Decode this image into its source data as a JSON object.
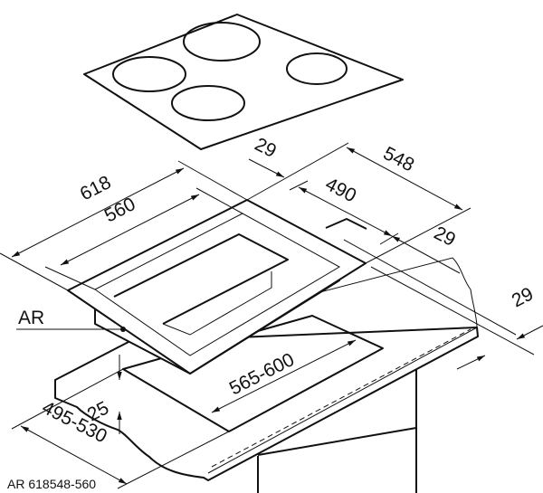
{
  "dimensions": {
    "width_overall": "618",
    "width_cutout": "560",
    "depth_overall": "548",
    "depth_cutout": "490",
    "margin_back": "29",
    "margin_right": "29",
    "margin_front": "29",
    "counter_width": "565-600",
    "counter_depth": "495-530",
    "clearance": "25"
  },
  "labels": {
    "ar": "AR",
    "footer": "AR 618548-560"
  }
}
